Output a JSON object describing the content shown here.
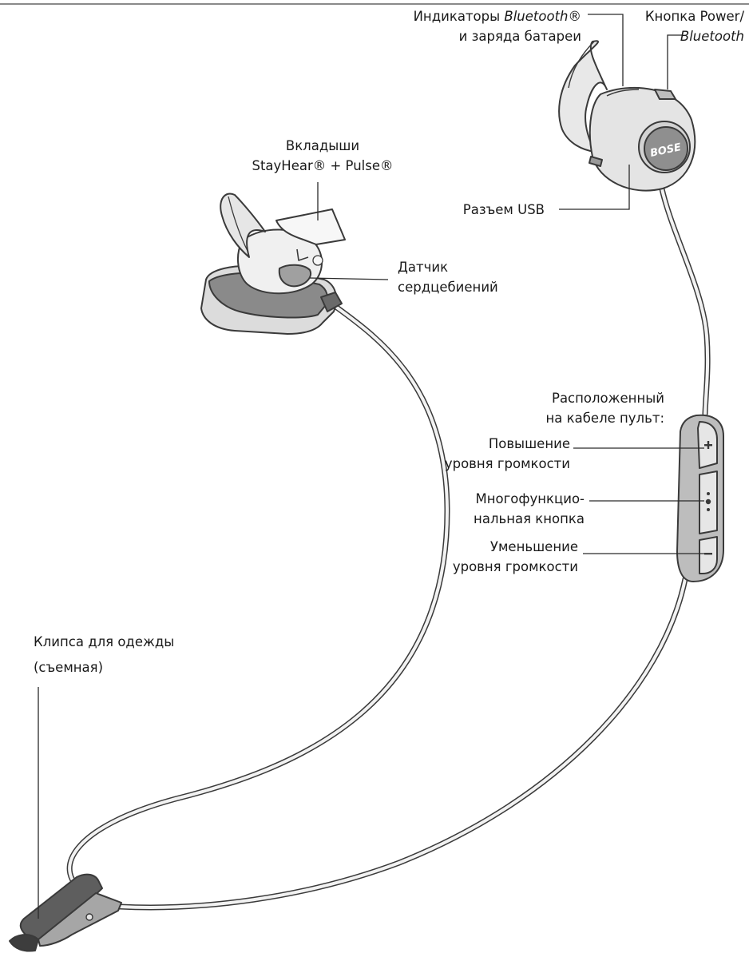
{
  "labels": {
    "indicators": {
      "line1_a": "Индикаторы ",
      "line1_b": "Bluetooth",
      "line1_c": "®",
      "line2": "и заряда батареи"
    },
    "power": {
      "line1": "Кнопка Power/",
      "line2": "Bluetooth"
    },
    "tips": {
      "line1": "Вкладыши",
      "line2": "StayHear® + Pulse®"
    },
    "usb": "Разъем USB",
    "heart": {
      "line1": "Датчик",
      "line2": "сердцебиений"
    },
    "remote": {
      "line1": "Расположенный",
      "line2": "на кабеле пульт:"
    },
    "volup": {
      "line1": "Повышение",
      "line2": "уровня громкости"
    },
    "multi": {
      "line1": "Многофункцио-",
      "line2": "нальная кнопка"
    },
    "voldown": {
      "line1": "Уменьшение",
      "line2": "уровня громкости"
    },
    "clip": {
      "line1": "Клипса для одежды",
      "line2": "(съемная)"
    }
  },
  "product": {
    "logo": "BOSE"
  },
  "colors": {
    "outline": "#3a3a3a",
    "light": "#e6e6e6",
    "mid": "#c4c4c4",
    "dark": "#8a8a8a",
    "cable": "#f2f2f2"
  }
}
